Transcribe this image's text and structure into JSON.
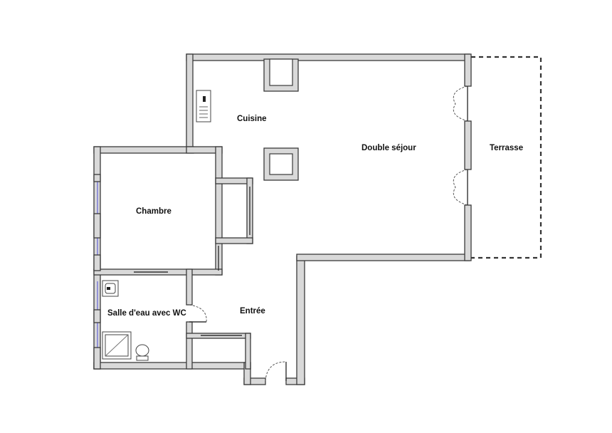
{
  "rooms": {
    "cuisine": "Cuisine",
    "double_sejour": "Double séjour",
    "terrasse": "Terrasse",
    "chambre": "Chambre",
    "salle_eau": "Salle d'eau avec WC",
    "entree": "Entrée"
  },
  "colors": {
    "wall_fill": "#d9d9d9",
    "wall_stroke": "#3a3a3a",
    "window": "#6b6bd6",
    "background": "#ffffff"
  }
}
